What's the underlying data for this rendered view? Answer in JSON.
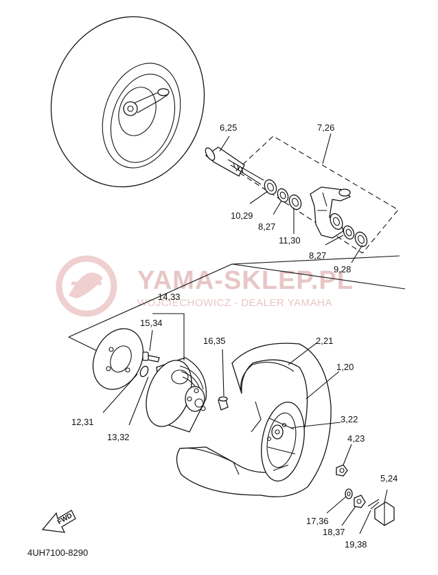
{
  "watermark": {
    "brand": "YAMA-SKLEP.PL",
    "sub": "WOJCIECHOWICZ - DEALER YAMAHA",
    "color": "#e8c6c6"
  },
  "callouts": [
    {
      "id": "c-6-25",
      "text": "6,25"
    },
    {
      "id": "c-7-26",
      "text": "7,26"
    },
    {
      "id": "c-10-29",
      "text": "10,29"
    },
    {
      "id": "c-8-27a",
      "text": "8,27"
    },
    {
      "id": "c-11-30",
      "text": "11,30"
    },
    {
      "id": "c-8-27b",
      "text": "8,27"
    },
    {
      "id": "c-9-28",
      "text": "9,28"
    },
    {
      "id": "c-14-33",
      "text": "14,33"
    },
    {
      "id": "c-15-34",
      "text": "15,34"
    },
    {
      "id": "c-16-35",
      "text": "16,35"
    },
    {
      "id": "c-2-21",
      "text": "2,21"
    },
    {
      "id": "c-1-20",
      "text": "1,20"
    },
    {
      "id": "c-3-22",
      "text": "3,22"
    },
    {
      "id": "c-4-23",
      "text": "4,23"
    },
    {
      "id": "c-12-31",
      "text": "12,31"
    },
    {
      "id": "c-13-32",
      "text": "13,32"
    },
    {
      "id": "c-5-24",
      "text": "5,24"
    },
    {
      "id": "c-17-36",
      "text": "17,36"
    },
    {
      "id": "c-18-37",
      "text": "18,37"
    },
    {
      "id": "c-19-38",
      "text": "19,38"
    }
  ],
  "fwd_label": "FWD",
  "diagram_code": "4UH7100-8290"
}
